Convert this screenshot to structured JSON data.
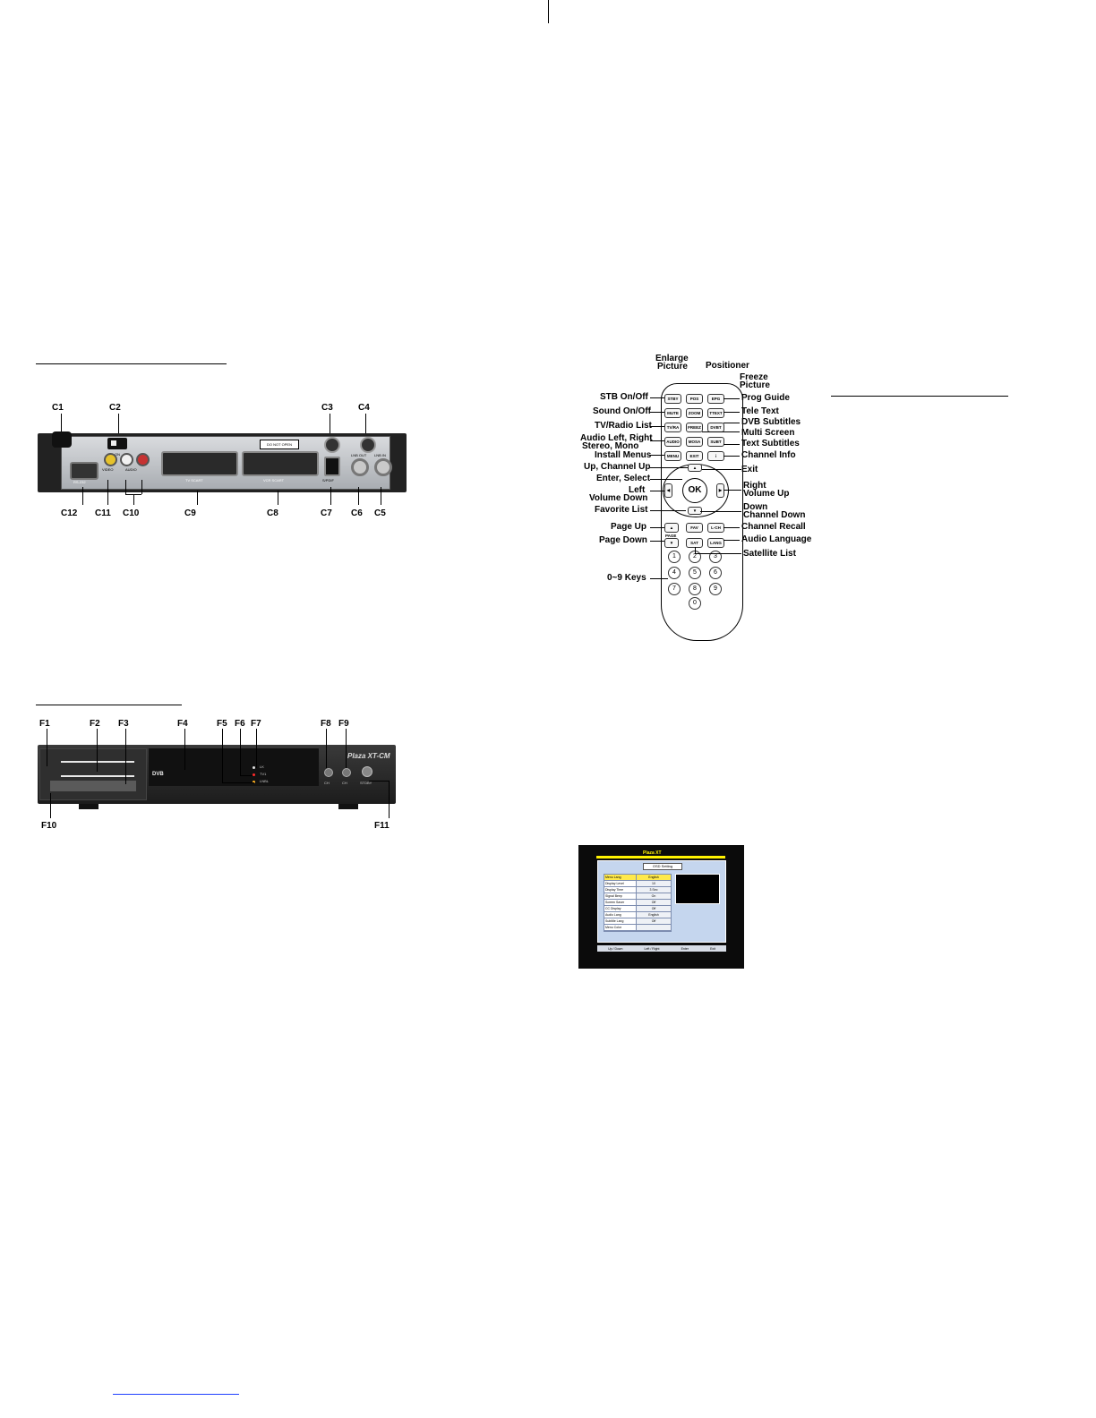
{
  "rear_panel": {
    "top_callouts": [
      "C1",
      "C2",
      "C3",
      "C4"
    ],
    "bottom_callouts": [
      "C12",
      "C11",
      "C10",
      "C9",
      "C8",
      "C7",
      "C6",
      "C5"
    ],
    "port_labels": {
      "rs232": "RS-232",
      "video": "VIDEO",
      "audio": "AUDIO",
      "tv_scart": "TV SCART",
      "vcr_scart": "VCR SCART",
      "spdif": "S/PDIF",
      "if_out": "LNB OUT",
      "if_in": "LNB IN",
      "on": "ON",
      "do_not_open": "DO NOT OPEN"
    }
  },
  "front_panel": {
    "top_callouts": [
      "F1",
      "F2",
      "F3",
      "F4",
      "F5",
      "F6",
      "F7",
      "F8",
      "F9"
    ],
    "bottom_callouts": [
      "F10",
      "F11"
    ],
    "brand": "Plaza XT-CM",
    "led_labels": [
      "LK",
      "TV1",
      "LNBL"
    ],
    "button_labels": [
      "CH",
      "CH",
      "STDBY"
    ]
  },
  "remote": {
    "left_labels": [
      "STB On/Off",
      "Sound On/Off",
      "TV/Radio List",
      "Audio Left, Right",
      "Stereo, Mono",
      "Install Menus",
      "Up, Channel Up",
      "Enter, Select",
      "Left",
      "Volume Down",
      "Favorite List",
      "Page Up",
      "Page Down",
      "0~9 Keys"
    ],
    "top_labels": [
      "Enlarge",
      "Picture",
      "Positioner",
      "Freeze",
      "Picture"
    ],
    "right_labels": [
      "Prog Guide",
      "Tele Text",
      "DVB Subtitles",
      "Multi Screen",
      "Text Subtitles",
      "Channel Info",
      "Exit",
      "Right",
      "Volume Up",
      "Down",
      "Channel Down",
      "Channel Recall",
      "Audio Language",
      "Satellite List"
    ],
    "keys": {
      "stby": "STBY",
      "pos": "POS",
      "epg": "EPG",
      "mute": "MUTE",
      "zoom": "ZOOM",
      "ttext": "TTEXT",
      "tvra": "TV/RA",
      "freez": "FREEZ",
      "dvbt": "DVBT",
      "audio": "AUDIO",
      "mosa": "MOSA",
      "subt": "SUBT",
      "menu": "MENU",
      "exit": "EXIT",
      "info": "i",
      "ok": "OK",
      "fav": "FAV",
      "lch": "L-CH",
      "page": "PAGE",
      "sat": "SAT",
      "lang": "LANG"
    },
    "numbers": [
      "1",
      "2",
      "3",
      "4",
      "5",
      "6",
      "7",
      "8",
      "9",
      "0"
    ]
  },
  "osd": {
    "brand": "Plaza XT",
    "title": "OSD Setting",
    "rows": [
      {
        "key": "Menu Lang",
        "value": "English"
      },
      {
        "key": "Display Level",
        "value": "10"
      },
      {
        "key": "Display Time",
        "value": "3 Sec"
      },
      {
        "key": "Signal Beep",
        "value": "On"
      },
      {
        "key": "Screen Saver",
        "value": "Off"
      },
      {
        "key": "CC Display",
        "value": "Off"
      },
      {
        "key": "Audio Lang",
        "value": "English"
      },
      {
        "key": "Subtitle Lang",
        "value": "Off"
      },
      {
        "key": "Menu Color",
        "value": ""
      }
    ],
    "footer": [
      "Up / Down",
      "Left / Right",
      "Enter",
      "Exit"
    ]
  },
  "colors": {
    "panel_dark": "#2b2b2b",
    "panel_silver": "#b9bcc0",
    "osd_bg": "#0b0b0b",
    "osd_panel": "#c5d6ee",
    "osd_yellow": "#fff200",
    "link_blue": "#1f3fff"
  }
}
